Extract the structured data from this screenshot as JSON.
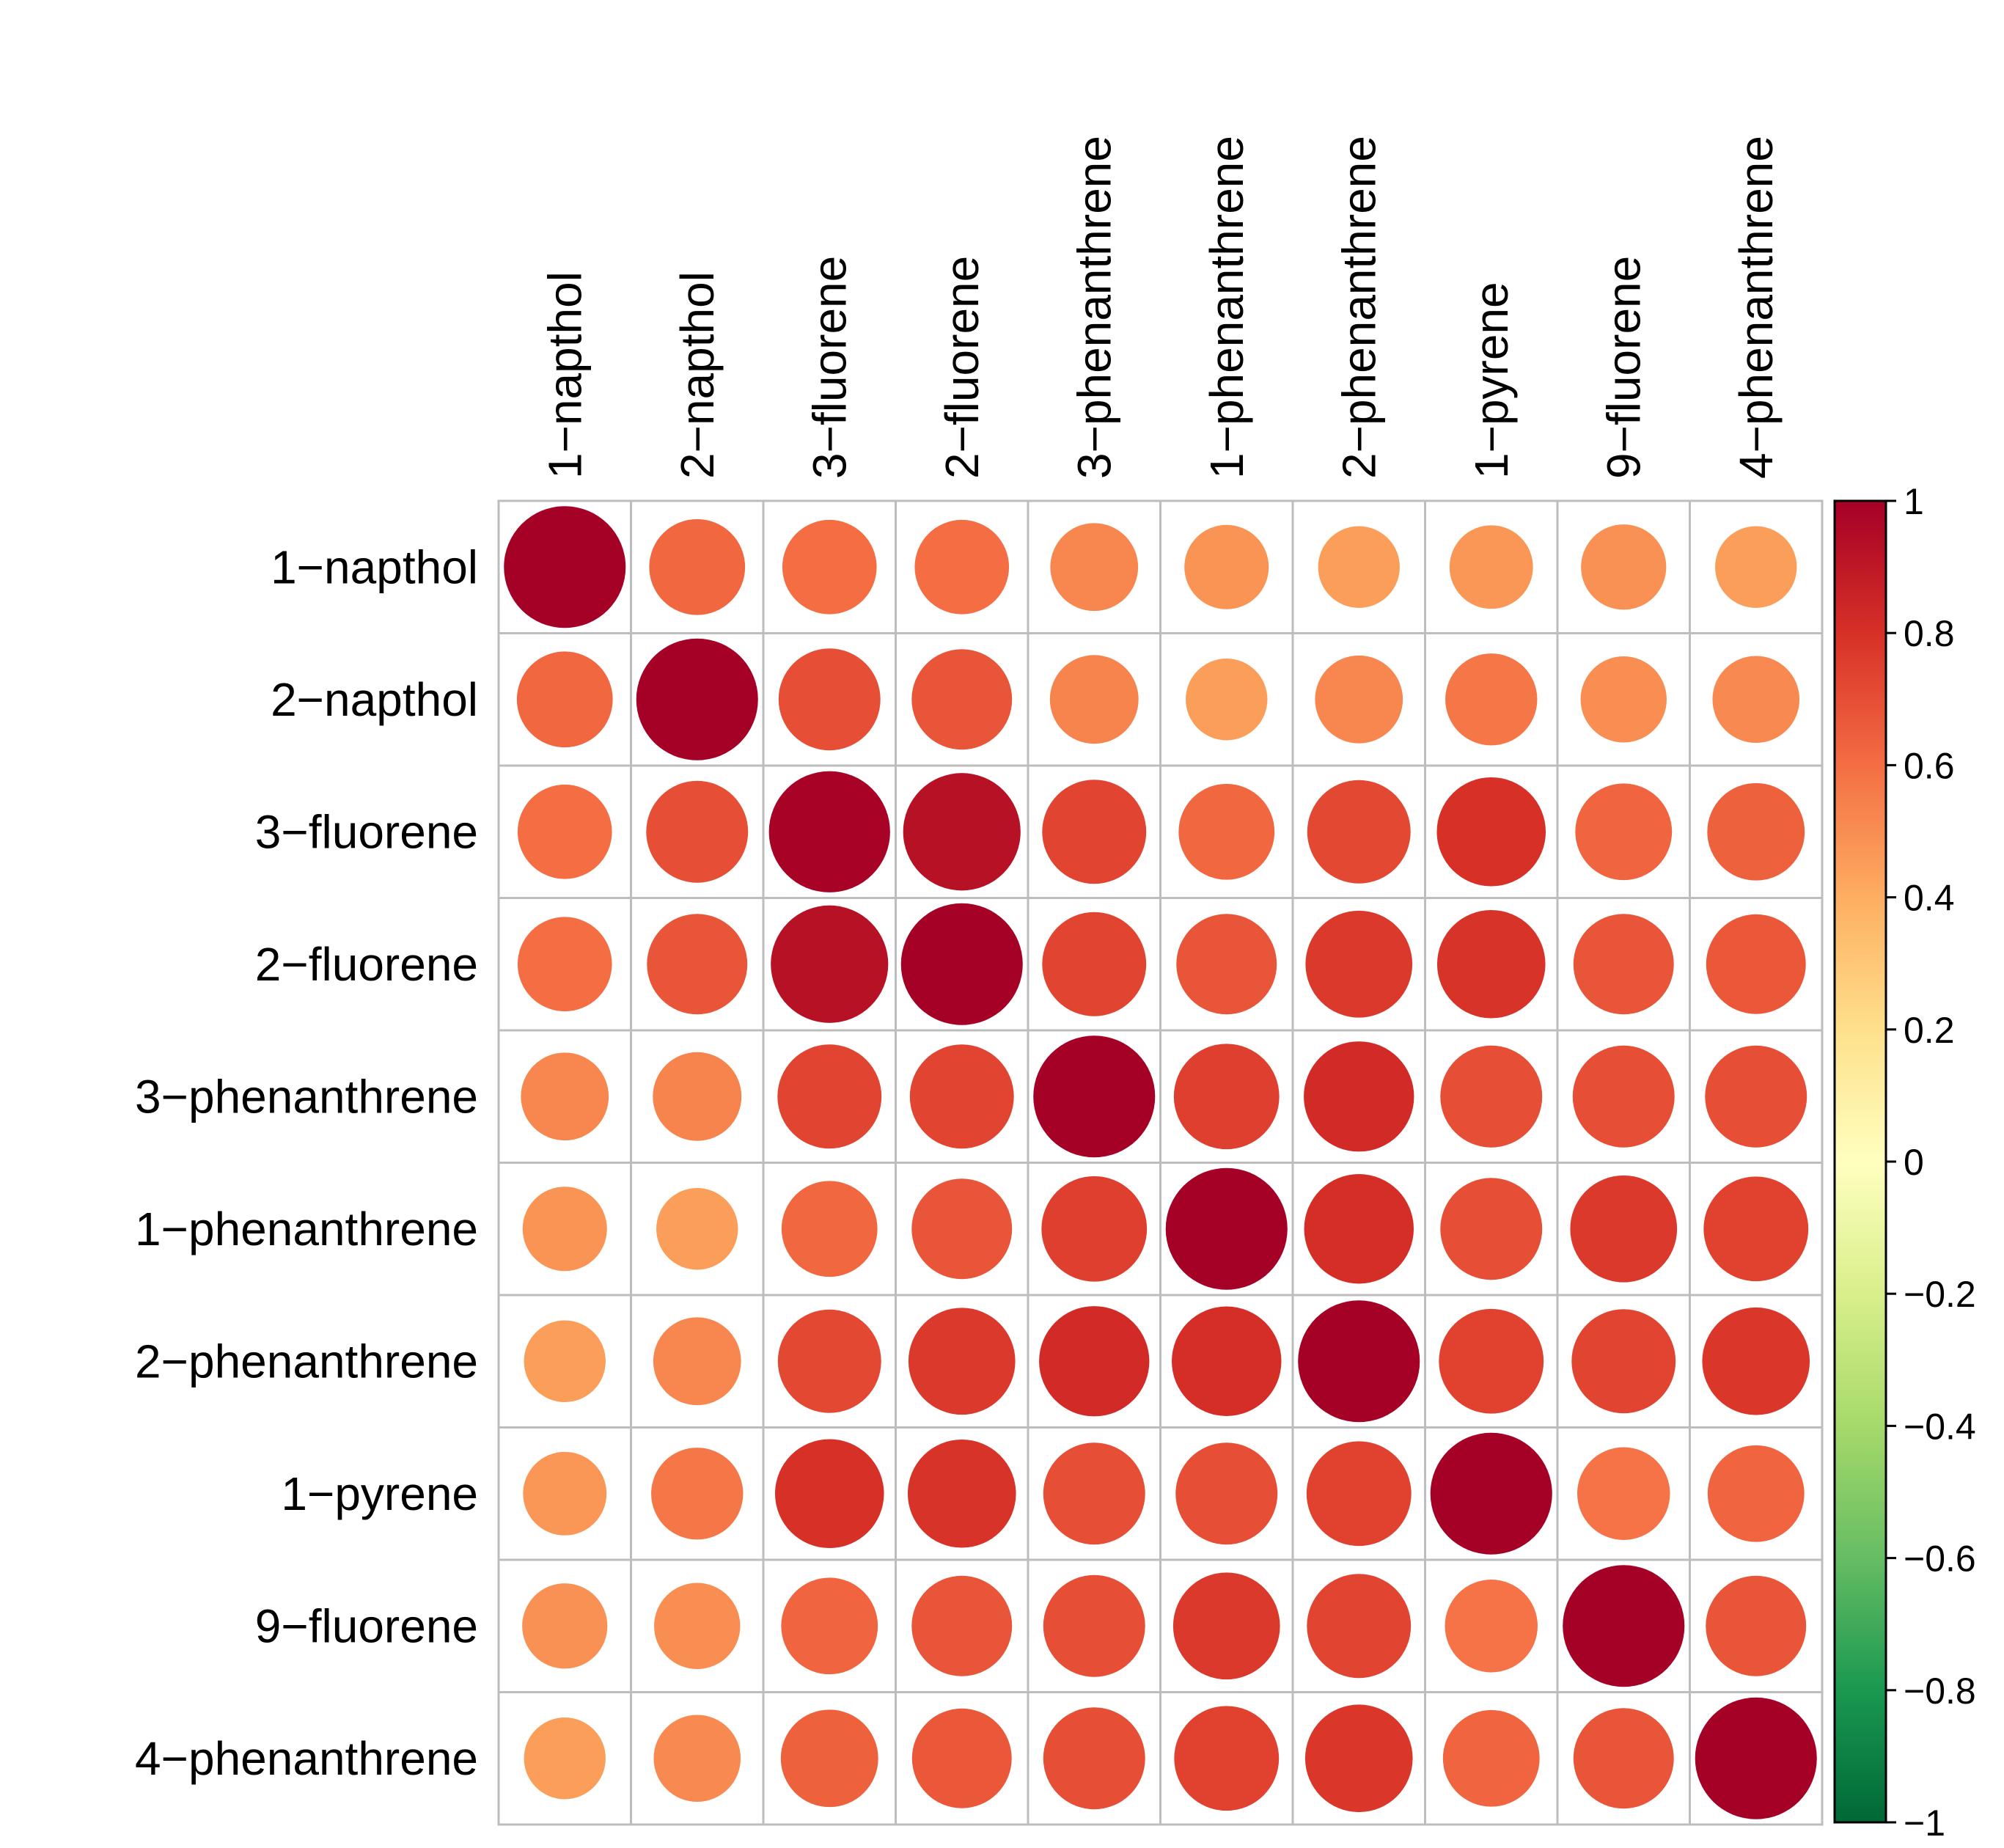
{
  "chart_data": {
    "type": "heatmap",
    "subtype": "correlation-circles",
    "variables": [
      "1−napthol",
      "2−napthol",
      "3−fluorene",
      "2−fluorene",
      "3−phenanthrene",
      "1−phenanthrene",
      "2−phenanthrene",
      "1−pyrene",
      "9−fluorene",
      "4−phenanthrene"
    ],
    "matrix": [
      [
        1.0,
        0.62,
        0.6,
        0.6,
        0.52,
        0.48,
        0.45,
        0.47,
        0.49,
        0.45
      ],
      [
        0.62,
        1.0,
        0.7,
        0.68,
        0.53,
        0.45,
        0.52,
        0.57,
        0.5,
        0.51
      ],
      [
        0.6,
        0.7,
        0.99,
        0.93,
        0.73,
        0.62,
        0.72,
        0.8,
        0.63,
        0.64
      ],
      [
        0.6,
        0.68,
        0.93,
        1.0,
        0.73,
        0.68,
        0.77,
        0.79,
        0.68,
        0.67
      ],
      [
        0.52,
        0.53,
        0.73,
        0.73,
        1.0,
        0.75,
        0.82,
        0.7,
        0.7,
        0.7
      ],
      [
        0.48,
        0.45,
        0.62,
        0.68,
        0.75,
        1.0,
        0.81,
        0.7,
        0.77,
        0.74
      ],
      [
        0.45,
        0.52,
        0.72,
        0.77,
        0.82,
        0.81,
        1.0,
        0.74,
        0.73,
        0.78
      ],
      [
        0.47,
        0.57,
        0.8,
        0.79,
        0.7,
        0.7,
        0.74,
        1.0,
        0.58,
        0.63
      ],
      [
        0.49,
        0.5,
        0.63,
        0.68,
        0.7,
        0.77,
        0.73,
        0.58,
        1.0,
        0.68
      ],
      [
        0.45,
        0.51,
        0.64,
        0.67,
        0.7,
        0.74,
        0.78,
        0.63,
        0.68,
        1.0
      ]
    ],
    "colorbar": {
      "range": [
        -1,
        1
      ],
      "ticks": [
        "1",
        "0.8",
        "0.6",
        "0.4",
        "0.2",
        "0",
        "−0.2",
        "−0.4",
        "−0.6",
        "−0.8",
        "−1"
      ],
      "colors": [
        "#006837",
        "#1a9850",
        "#66bd63",
        "#a6d96a",
        "#d9ef8b",
        "#ffffbf",
        "#fee08b",
        "#fdae61",
        "#f46d43",
        "#d73027",
        "#a50026"
      ]
    },
    "legend_placement": "right",
    "grid": true
  }
}
